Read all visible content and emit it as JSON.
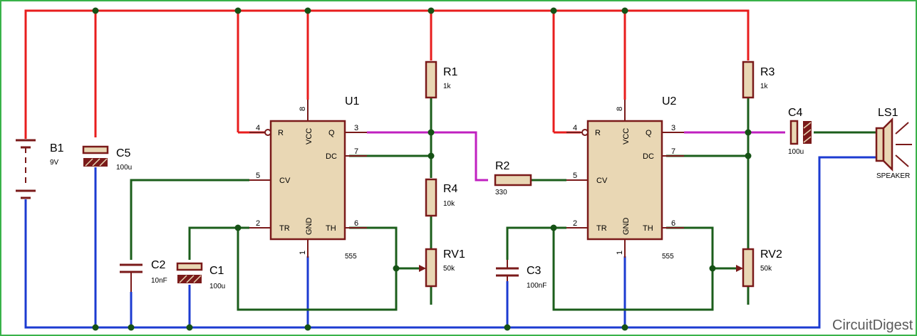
{
  "battery": {
    "ref": "B1",
    "value": "9V"
  },
  "resistors": {
    "r1": {
      "ref": "R1",
      "value": "1k"
    },
    "r2": {
      "ref": "R2",
      "value": "330"
    },
    "r3": {
      "ref": "R3",
      "value": "1k"
    },
    "r4": {
      "ref": "R4",
      "value": "10k"
    }
  },
  "pots": {
    "rv1": {
      "ref": "RV1",
      "value": "50k"
    },
    "rv2": {
      "ref": "RV2",
      "value": "50k"
    }
  },
  "capacitors": {
    "c1": {
      "ref": "C1",
      "value": "100u"
    },
    "c2": {
      "ref": "C2",
      "value": "10nF"
    },
    "c3": {
      "ref": "C3",
      "value": "100nF"
    },
    "c4": {
      "ref": "C4",
      "value": "100u"
    },
    "c5": {
      "ref": "C5",
      "value": "100u"
    }
  },
  "ics": {
    "u1": {
      "ref": "U1",
      "type": "555"
    },
    "u2": {
      "ref": "U2",
      "type": "555"
    }
  },
  "ic_pins": {
    "r": "R",
    "vcc": "VCC",
    "q": "Q",
    "dc": "DC",
    "cv": "CV",
    "tr": "TR",
    "gnd": "GND",
    "th": "TH",
    "n1": "1",
    "n2": "2",
    "n3": "3",
    "n4": "4",
    "n5": "5",
    "n6": "6",
    "n7": "7",
    "n8": "8"
  },
  "speaker": {
    "ref": "LS1",
    "label": "SPEAKER"
  },
  "brand": {
    "text": "CircuitDigest"
  },
  "colors": {
    "vcc_wire": "#e81d1d",
    "gnd_wire": "#1c3bd1",
    "signal_wire": "#1b5e1b",
    "output_wire": "#c020c0",
    "component_body": "#e9d7b4"
  }
}
